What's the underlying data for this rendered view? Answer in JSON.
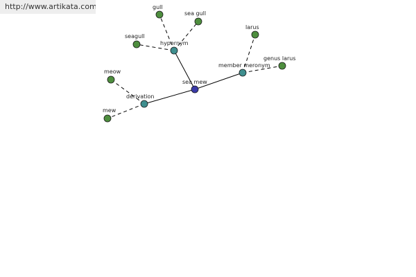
{
  "url_banner": "http://www.artikata.com",
  "colors": {
    "center": "#3a3aa8",
    "relation": "#3f8f8f",
    "term": "#4e8e3e"
  },
  "nodes": {
    "sea_mew": {
      "label": "sea mew",
      "kind": "center"
    },
    "hypernym": {
      "label": "hypernym",
      "kind": "relation"
    },
    "member_meronym": {
      "label": "member meronym",
      "kind": "relation"
    },
    "derivation": {
      "label": "derivation",
      "kind": "relation"
    },
    "gull": {
      "label": "gull",
      "kind": "term"
    },
    "sea_gull": {
      "label": "sea gull",
      "kind": "term"
    },
    "seagull": {
      "label": "seagull",
      "kind": "term"
    },
    "larus": {
      "label": "larus",
      "kind": "term"
    },
    "genus_larus": {
      "label": "genus larus",
      "kind": "term"
    },
    "meow": {
      "label": "meow",
      "kind": "term"
    },
    "mew": {
      "label": "mew",
      "kind": "term"
    }
  },
  "edges": [
    {
      "from": "sea_mew",
      "to": "hypernym",
      "style": "solid"
    },
    {
      "from": "sea_mew",
      "to": "member_meronym",
      "style": "solid"
    },
    {
      "from": "sea_mew",
      "to": "derivation",
      "style": "solid"
    },
    {
      "from": "hypernym",
      "to": "gull",
      "style": "dashed"
    },
    {
      "from": "hypernym",
      "to": "sea_gull",
      "style": "dashed"
    },
    {
      "from": "hypernym",
      "to": "seagull",
      "style": "dashed"
    },
    {
      "from": "member_meronym",
      "to": "larus",
      "style": "dashed"
    },
    {
      "from": "member_meronym",
      "to": "genus_larus",
      "style": "dashed"
    },
    {
      "from": "derivation",
      "to": "meow",
      "style": "dashed"
    },
    {
      "from": "derivation",
      "to": "mew",
      "style": "dashed"
    }
  ]
}
